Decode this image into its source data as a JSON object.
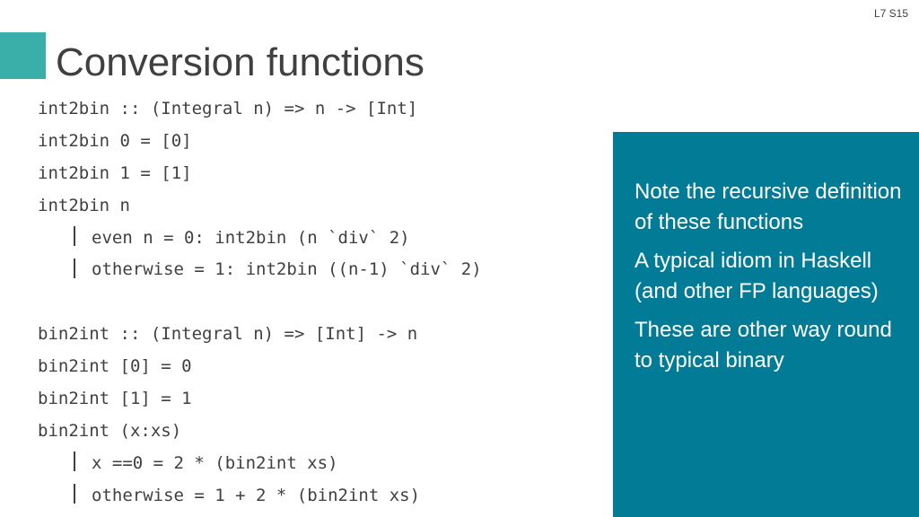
{
  "slide": {
    "number": "L7 S15",
    "title": "Conversion functions"
  },
  "code": {
    "lines": [
      "int2bin :: (Integral n) => n -> [Int]",
      "int2bin 0 = [0]",
      "int2bin 1 = [1]",
      "int2bin n",
      "even n = 0: int2bin (n `div` 2)",
      "otherwise = 1: int2bin ((n-1) `div` 2)",
      "",
      "bin2int :: (Integral n) => [Int] -> n",
      "bin2int [0] = 0",
      "bin2int [1] = 1",
      "bin2int (x:xs)",
      "x ==0 = 2 * (bin2int xs)",
      "otherwise = 1 + 2 * (bin2int xs)"
    ]
  },
  "notes": {
    "paragraphs": [
      "Note the recursive definition of these functions",
      "A typical idiom in Haskell (and other FP languages)",
      "These are other way round to typical binary"
    ]
  },
  "colors": {
    "accent": "#3aaea9",
    "panel": "#027b96",
    "text": "#404040"
  }
}
